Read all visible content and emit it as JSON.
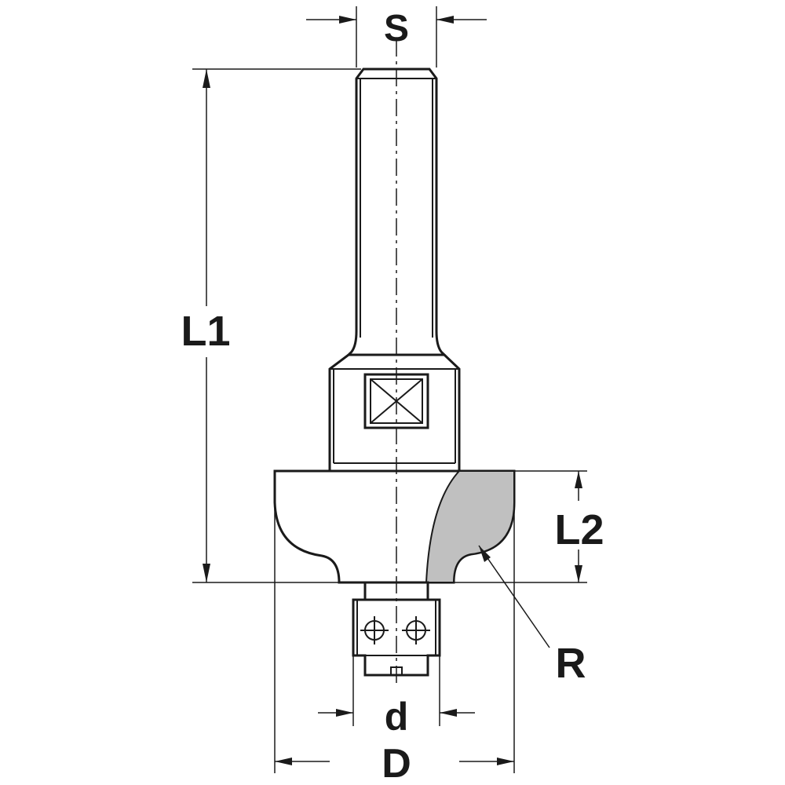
{
  "labels": {
    "shank_diameter": "S",
    "overall_length": "L1",
    "cutting_length": "L2",
    "radius": "R",
    "bearing_diameter": "d",
    "cutting_diameter": "D"
  },
  "colors": {
    "ink": "#1a1a1a",
    "carbide_insert": "#c0c0c0",
    "background": "#ffffff"
  }
}
